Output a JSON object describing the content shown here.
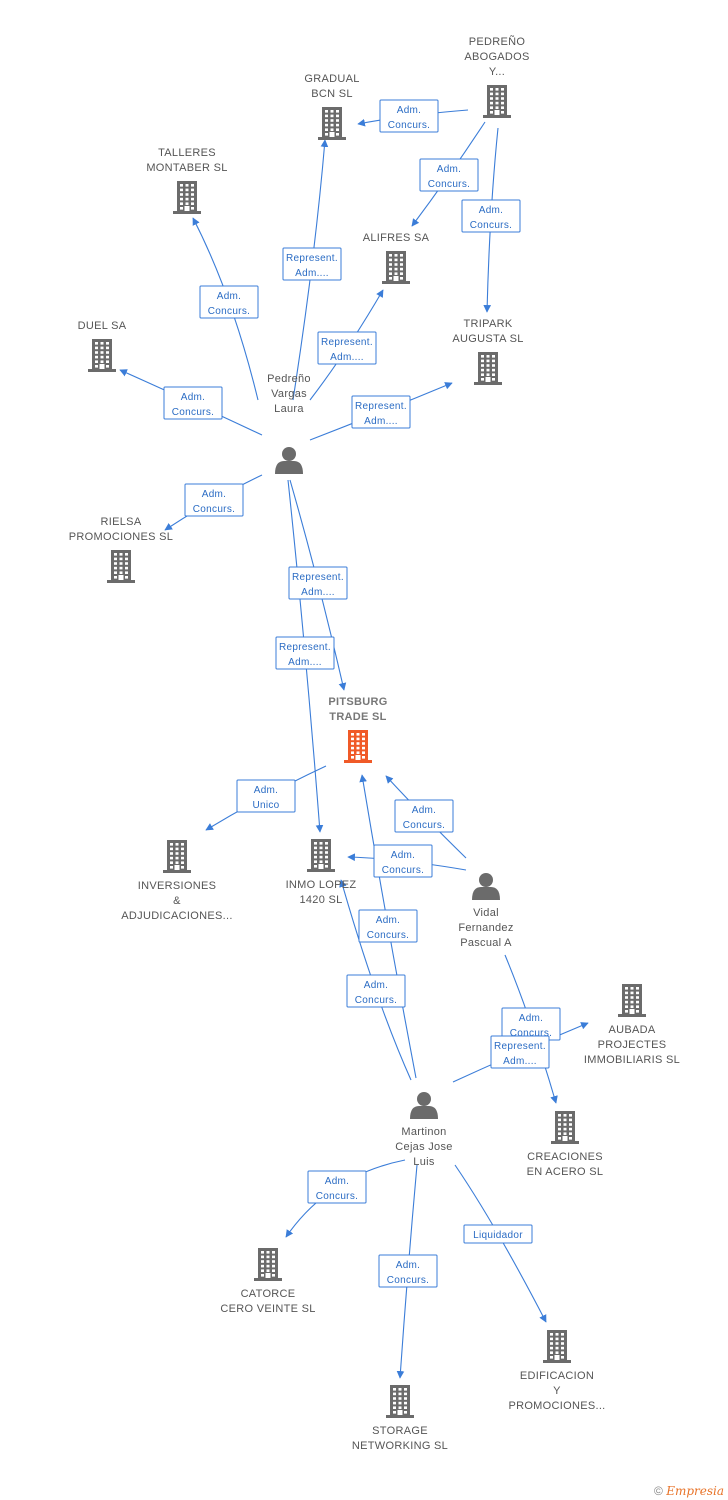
{
  "nodes": [
    {
      "id": "pitsburg",
      "type": "company",
      "label": [
        "PITSBURG",
        "TRADE SL"
      ],
      "center": true
    },
    {
      "id": "pedreno",
      "type": "person",
      "label": [
        "Pedreño",
        "Vargas",
        "Laura"
      ]
    },
    {
      "id": "vidal",
      "type": "person",
      "label": [
        "Vidal",
        "Fernandez",
        "Pascual A"
      ]
    },
    {
      "id": "martinon",
      "type": "person",
      "label": [
        "Martinon",
        "Cejas Jose",
        "Luis"
      ]
    },
    {
      "id": "pedreno_abogados",
      "type": "company",
      "label": [
        "PEDREÑO",
        "ABOGADOS",
        "Y..."
      ]
    },
    {
      "id": "gradual",
      "type": "company",
      "label": [
        "GRADUAL",
        "BCN SL"
      ]
    },
    {
      "id": "talleres",
      "type": "company",
      "label": [
        "TALLERES",
        "MONTABER SL"
      ]
    },
    {
      "id": "alifres",
      "type": "company",
      "label": [
        "ALIFRES SA"
      ]
    },
    {
      "id": "tripark",
      "type": "company",
      "label": [
        "TRIPARK",
        "AUGUSTA SL"
      ]
    },
    {
      "id": "duel",
      "type": "company",
      "label": [
        "DUEL SA"
      ]
    },
    {
      "id": "rielsa",
      "type": "company",
      "label": [
        "RIELSA",
        "PROMOCIONES SL"
      ]
    },
    {
      "id": "inversiones",
      "type": "company",
      "label": [
        "INVERSIONES",
        "&",
        "ADJUDICACIONES..."
      ]
    },
    {
      "id": "inmo",
      "type": "company",
      "label": [
        "INMO LOPEZ",
        "1420 SL"
      ]
    },
    {
      "id": "aubada",
      "type": "company",
      "label": [
        "AUBADA",
        "PROJECTES",
        "IMMOBILIARIS SL"
      ]
    },
    {
      "id": "creaciones",
      "type": "company",
      "label": [
        "CREACIONES",
        "EN ACERO SL"
      ]
    },
    {
      "id": "catorce",
      "type": "company",
      "label": [
        "CATORCE",
        "CERO VEINTE SL"
      ]
    },
    {
      "id": "storage",
      "type": "company",
      "label": [
        "STORAGE",
        "NETWORKING SL"
      ]
    },
    {
      "id": "edificacion",
      "type": "company",
      "label": [
        "EDIFICACION",
        "Y",
        "PROMOCIONES..."
      ]
    }
  ],
  "edges": [
    {
      "from": "pedreno_abogados",
      "to": "gradual",
      "label": [
        "Adm.",
        "Concurs."
      ]
    },
    {
      "from": "pedreno_abogados",
      "to": "alifres",
      "label": [
        "Adm.",
        "Concurs."
      ]
    },
    {
      "from": "pedreno_abogados",
      "to": "tripark",
      "label": [
        "Adm.",
        "Concurs."
      ]
    },
    {
      "from": "pedreno",
      "to": "gradual",
      "label": [
        "Represent.",
        "Adm...."
      ]
    },
    {
      "from": "pedreno",
      "to": "talleres",
      "label": [
        "Adm.",
        "Concurs."
      ]
    },
    {
      "from": "pedreno",
      "to": "alifres",
      "label": [
        "Represent.",
        "Adm...."
      ]
    },
    {
      "from": "pedreno",
      "to": "tripark",
      "label": [
        "Represent.",
        "Adm...."
      ]
    },
    {
      "from": "pedreno",
      "to": "duel",
      "label": [
        "Adm.",
        "Concurs."
      ]
    },
    {
      "from": "pedreno",
      "to": "rielsa",
      "label": [
        "Adm.",
        "Concurs."
      ]
    },
    {
      "from": "pedreno",
      "to": "pitsburg",
      "label": [
        "Represent.",
        "Adm...."
      ]
    },
    {
      "from": "pedreno",
      "to": "inmo",
      "label": [
        "Represent.",
        "Adm...."
      ]
    },
    {
      "from": "pitsburg",
      "to": "inversiones",
      "label": [
        "Adm.",
        "Unico"
      ]
    },
    {
      "from": "vidal",
      "to": "pitsburg",
      "label": [
        "Adm.",
        "Concurs."
      ]
    },
    {
      "from": "vidal",
      "to": "inmo",
      "label": [
        "Adm.",
        "Concurs."
      ]
    },
    {
      "from": "vidal",
      "to": "creaciones",
      "label": [
        "Adm.",
        "Concurs."
      ]
    },
    {
      "from": "martinon",
      "to": "pitsburg",
      "label": [
        "Adm.",
        "Concurs."
      ]
    },
    {
      "from": "martinon",
      "to": "inmo",
      "label": [
        "Adm.",
        "Concurs."
      ]
    },
    {
      "from": "martinon",
      "to": "aubada",
      "label": [
        "Represent.",
        "Adm...."
      ]
    },
    {
      "from": "martinon",
      "to": "catorce",
      "label": [
        "Adm.",
        "Concurs."
      ]
    },
    {
      "from": "martinon",
      "to": "storage",
      "label": [
        "Adm.",
        "Concurs."
      ]
    },
    {
      "from": "martinon",
      "to": "edificacion",
      "label": [
        "Liquidador"
      ]
    }
  ],
  "colors": {
    "edge": "#3b7dd8",
    "company": "#6b6b6b",
    "center": "#f05a28",
    "person": "#6b6b6b"
  },
  "footer": {
    "copyright": "©",
    "brand": "Empresia"
  }
}
